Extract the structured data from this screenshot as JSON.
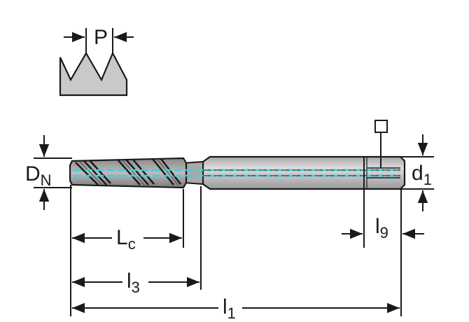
{
  "labels": {
    "pitch": "P",
    "nominal_diameter": {
      "main": "D",
      "sub": "N"
    },
    "shank_diameter": {
      "main": "d",
      "sub": "1"
    },
    "chamfer_length": {
      "main": "L",
      "sub": "c"
    },
    "thread_length": {
      "main": "l",
      "sub": "3"
    },
    "overall_length": {
      "main": "l",
      "sub": "1"
    },
    "square_length": {
      "main": "l",
      "sub": "9"
    }
  },
  "colors": {
    "outline": "#1a1a1a",
    "body_gray": "#c2c2c2",
    "coolant": "#35d4e6",
    "thread_profile": "#c9c9c9",
    "background": "#ffffff"
  },
  "icons": [
    "square-symbol-icon",
    "thread-profile-icon"
  ]
}
